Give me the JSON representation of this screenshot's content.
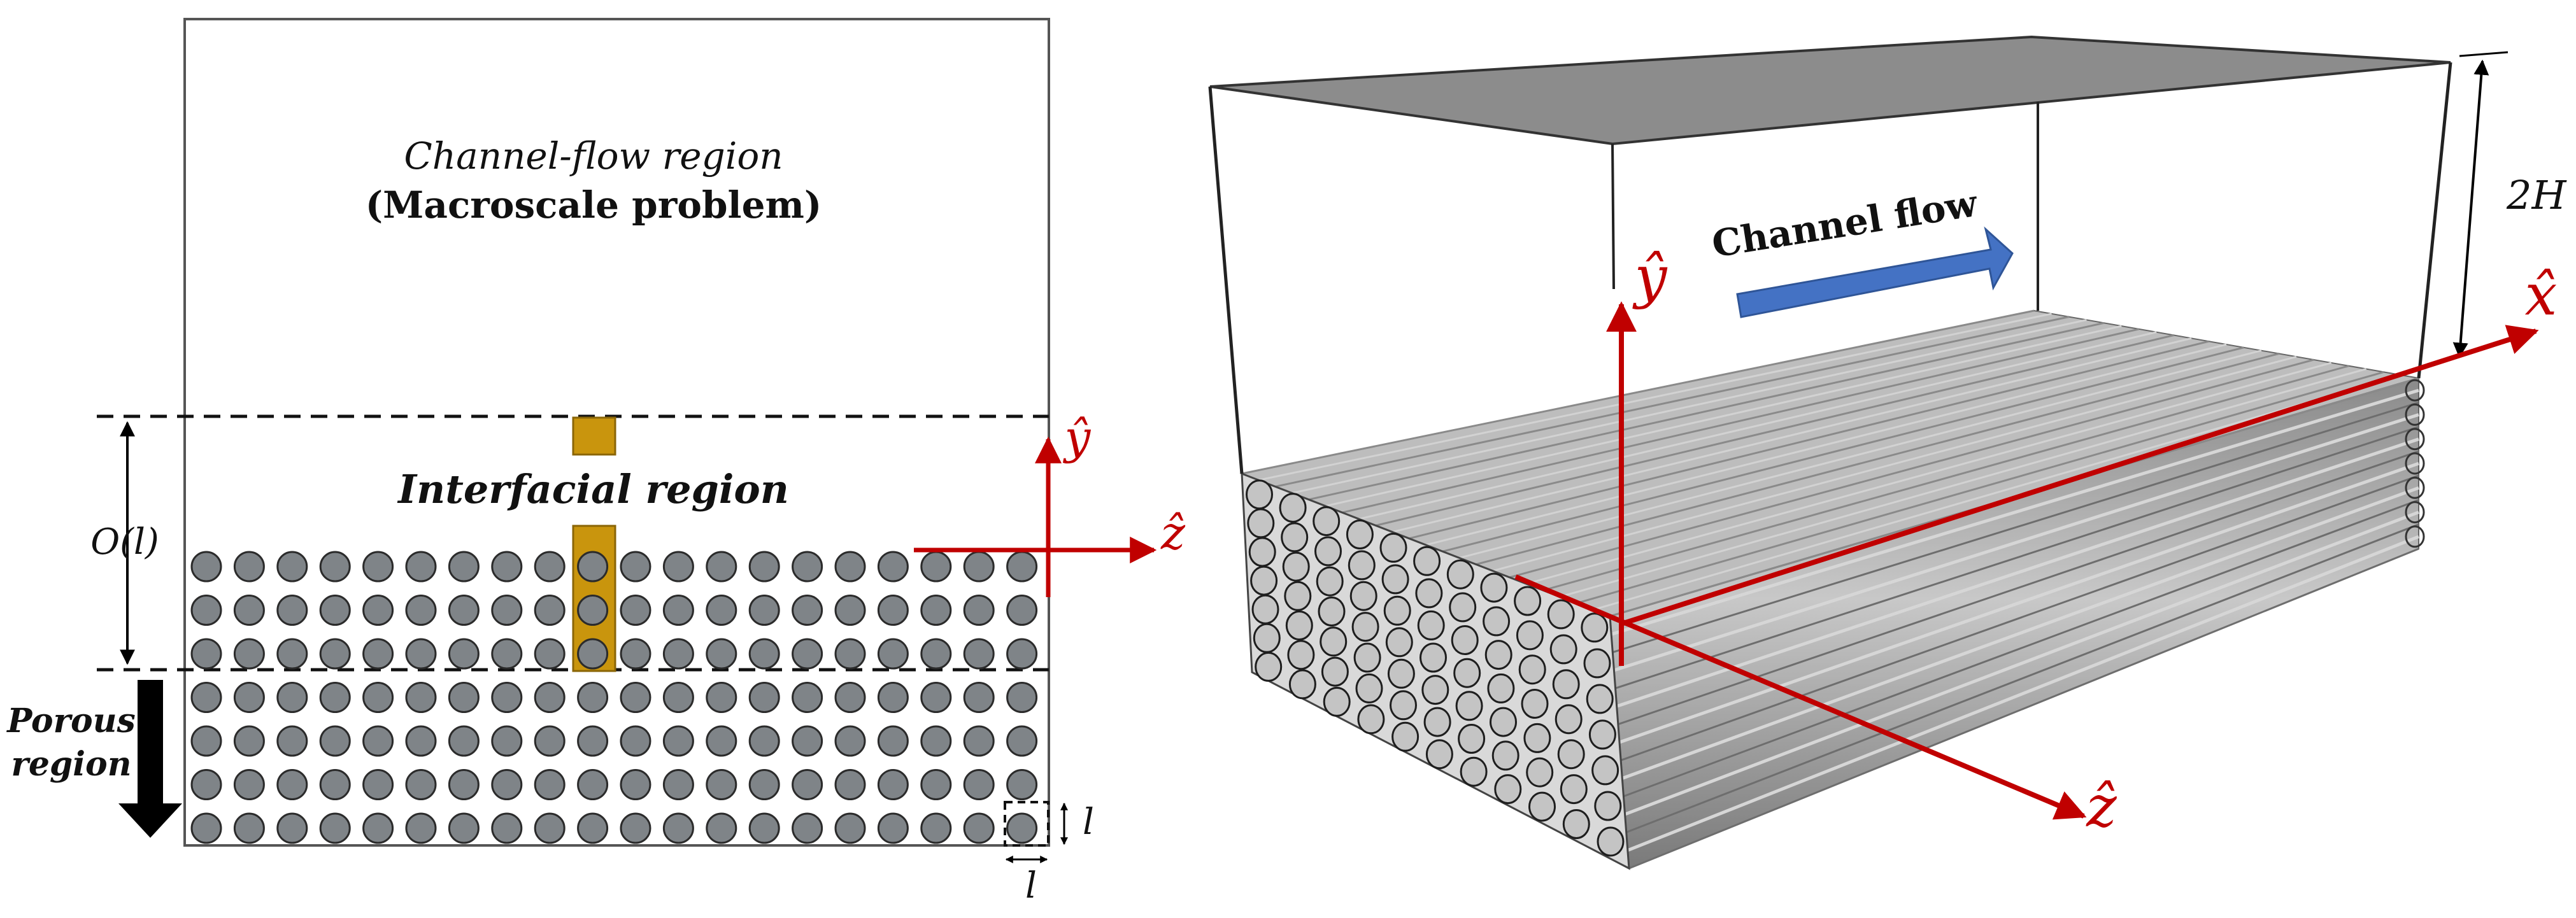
{
  "left_panel": {
    "channel_region_title": "Channel-flow region",
    "channel_region_subtitle": "(Macroscale problem)",
    "interfacial_region_label": "Interfacial region",
    "order_label": "O(l)",
    "porous_region_label_line1": "Porous",
    "porous_region_label_line2": "region",
    "axis_y_label": "ŷ",
    "axis_z_label": "ẑ",
    "cell_size_label_vertical": "l",
    "cell_size_label_horizontal": "l",
    "interfacial_cylinder_rows": 3,
    "porous_cylinder_rows": 4,
    "cylinders_per_row": 20
  },
  "right_panel": {
    "flow_label": "Channel flow",
    "height_label": "2H",
    "axis_x_label": "x̂",
    "axis_y_label": "ŷ",
    "axis_z_label": "ẑ",
    "porous_layers": 7,
    "porous_columns": 11
  },
  "colors": {
    "axis_red": "#c00000",
    "interfacial_strip": "#c9950d",
    "cylinder_fill": "#7f8488",
    "flow_arrow": "#4472c4",
    "top_wall": "#8c8c8c",
    "porous_block": "#a6a6a6"
  }
}
